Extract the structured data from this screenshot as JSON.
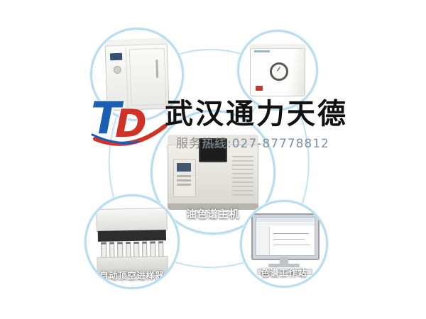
{
  "brand": {
    "logo_t": "T",
    "logo_d": "D",
    "title": "武汉通力天德",
    "hotline_label": "服务热线:",
    "hotline_number": "027-87778812"
  },
  "products": {
    "top_left": {
      "label": ""
    },
    "top_right": {
      "label": ""
    },
    "center": {
      "label": "油色谱主机"
    },
    "bottom_left": {
      "label": "自动顶空进样器"
    },
    "bottom_right": {
      "label": "色谱工作站"
    }
  },
  "colors": {
    "ring_blue": "#b9dcee",
    "line_blue": "#c3e2f2",
    "logo_blue": "#1a5fb4",
    "logo_red": "#cf3227",
    "title_black": "#111111",
    "hotline_gray": "#8c8c8c"
  }
}
